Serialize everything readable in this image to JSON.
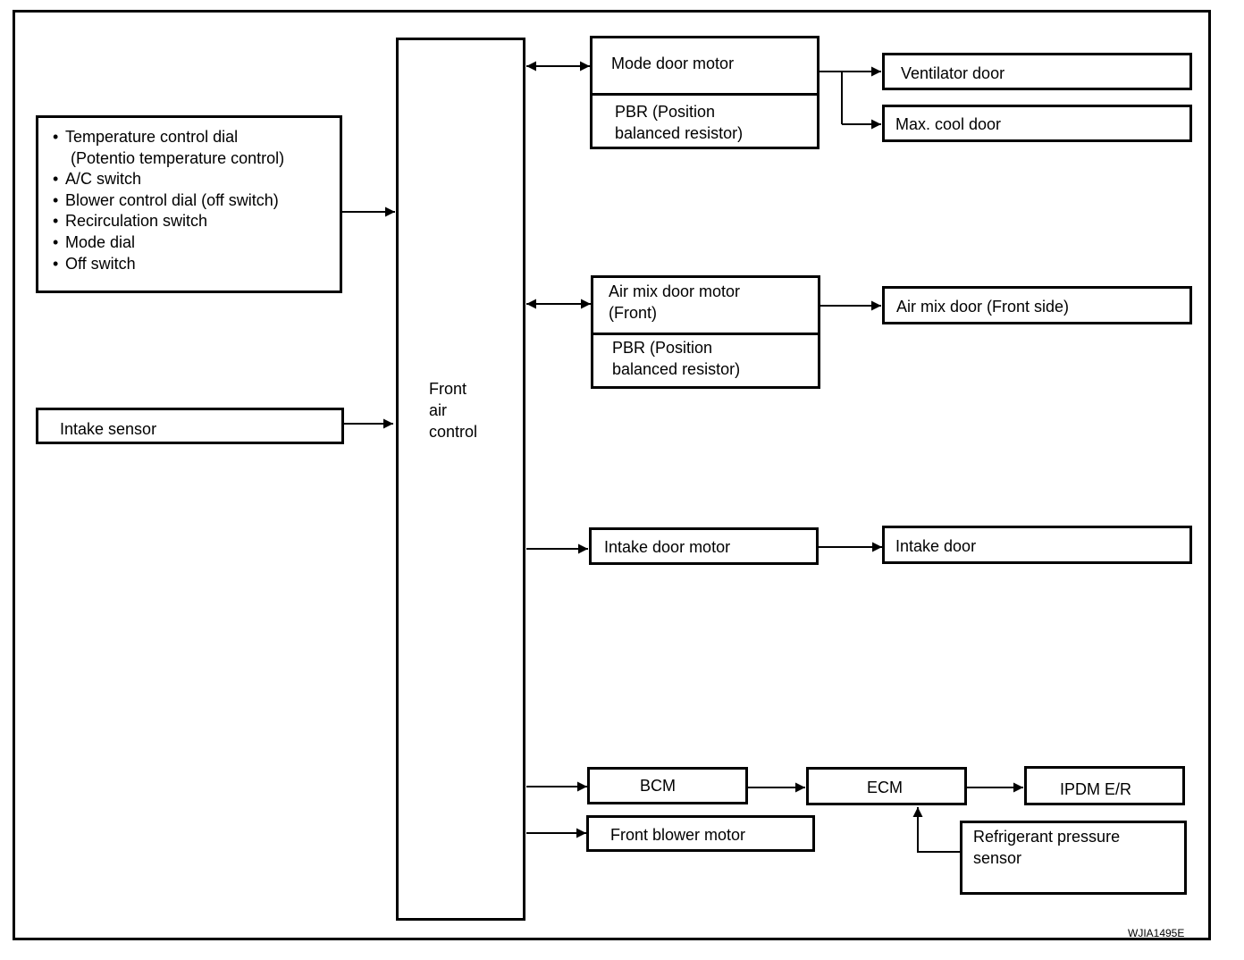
{
  "control_unit": {
    "label": "Front\nair\ncontrol"
  },
  "inputs": {
    "controls": [
      "Temperature control dial",
      "(Potentio temperature control)",
      "A/C switch",
      "Blower control dial (off switch)",
      "Recirculation switch",
      "Mode dial",
      "Off switch"
    ],
    "intake_sensor": "Intake sensor"
  },
  "outputs": {
    "mode_door_motor": "Mode door motor",
    "mode_pbr": "PBR (Position\nbalanced resistor)",
    "ventilator_door": "Ventilator door",
    "max_cool_door": "Max. cool door",
    "air_mix_motor": "Air mix door motor\n(Front)",
    "air_mix_pbr": "PBR (Position\nbalanced resistor)",
    "air_mix_door": "Air mix door (Front side)",
    "intake_door_motor": "Intake door motor",
    "intake_door": "Intake door",
    "bcm": "BCM",
    "ecm": "ECM",
    "ipdm": "IPDM E/R",
    "front_blower_motor": "Front blower motor",
    "refrigerant_sensor": "Refrigerant pressure\nsensor"
  },
  "figure_code": "WJIA1495E"
}
